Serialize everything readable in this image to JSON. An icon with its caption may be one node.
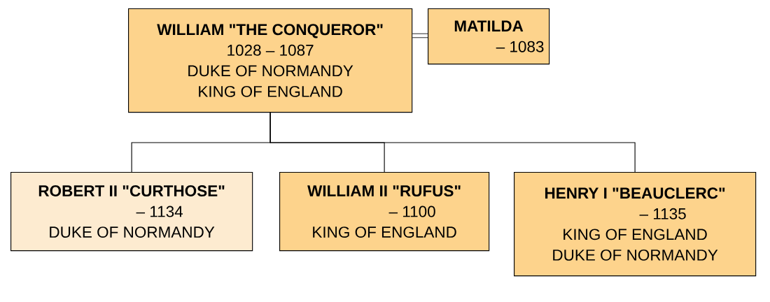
{
  "diagram": {
    "nodes": [
      {
        "text": [
          "WILLIAM \"THE CONQUEROR\"",
          "1028 – 1087",
          "DUKE OF NORMANDY",
          "KING OF ENGLAND"
        ]
      },
      {
        "text": [
          "MATILDA",
          "– 1083"
        ]
      },
      {
        "text": [
          "ROBERT II \"CURTHOSE\"",
          "– 1134",
          "DUKE OF NORMANDY"
        ]
      },
      {
        "text": [
          "WILLIAM II \"RUFUS\"",
          "– 1100",
          "KING OF ENGLAND"
        ]
      },
      {
        "text": [
          "HENRY I \"BEAUCLERC\"",
          "– 1135",
          "KING OF ENGLAND",
          "DUKE OF NORMANDY"
        ]
      }
    ],
    "edges": [
      {
        "from": 0,
        "to": 1,
        "arrow": "none",
        "style": "thick"
      },
      {
        "from": 0,
        "to": 2,
        "arrow": "none"
      },
      {
        "from": 0,
        "to": 3,
        "arrow": "none"
      },
      {
        "from": 0,
        "to": 4,
        "arrow": "none"
      }
    ]
  }
}
